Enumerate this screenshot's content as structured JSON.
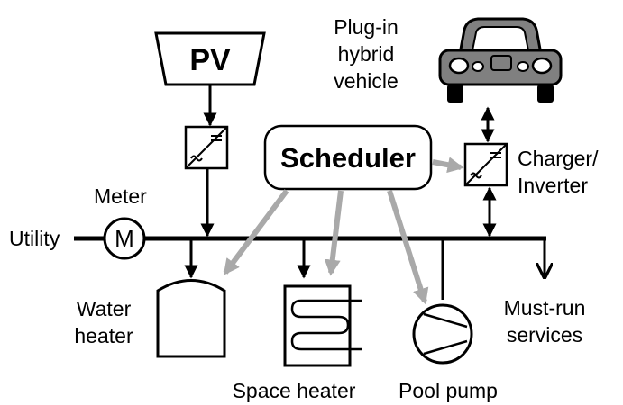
{
  "components": {
    "pv": {
      "label": "PV"
    },
    "scheduler": {
      "label": "Scheduler"
    },
    "meter": {
      "label": "Meter",
      "symbol": "M"
    },
    "utility": {
      "label": "Utility"
    },
    "vehicle": {
      "label_lines": [
        "Plug-in",
        "hybrid",
        "vehicle"
      ]
    },
    "charger": {
      "label_lines": [
        "Charger/",
        "Inverter"
      ]
    },
    "water_heater": {
      "label_lines": [
        "Water",
        "heater"
      ]
    },
    "space_heater": {
      "label": "Space heater"
    },
    "pool_pump": {
      "label": "Pool pump"
    },
    "must_run": {
      "label_lines": [
        "Must-run",
        "services"
      ]
    }
  },
  "colors": {
    "line": "#000000",
    "control_arrow": "#a9a9a9",
    "vehicle_body": "#808080",
    "background": "#ffffff"
  },
  "icons": {
    "inverter": "dc-ac-converter-icon",
    "vehicle": "car-icon",
    "pump": "pump-icon",
    "space_heater": "heating-coil-icon",
    "water_heater": "tank-icon"
  }
}
